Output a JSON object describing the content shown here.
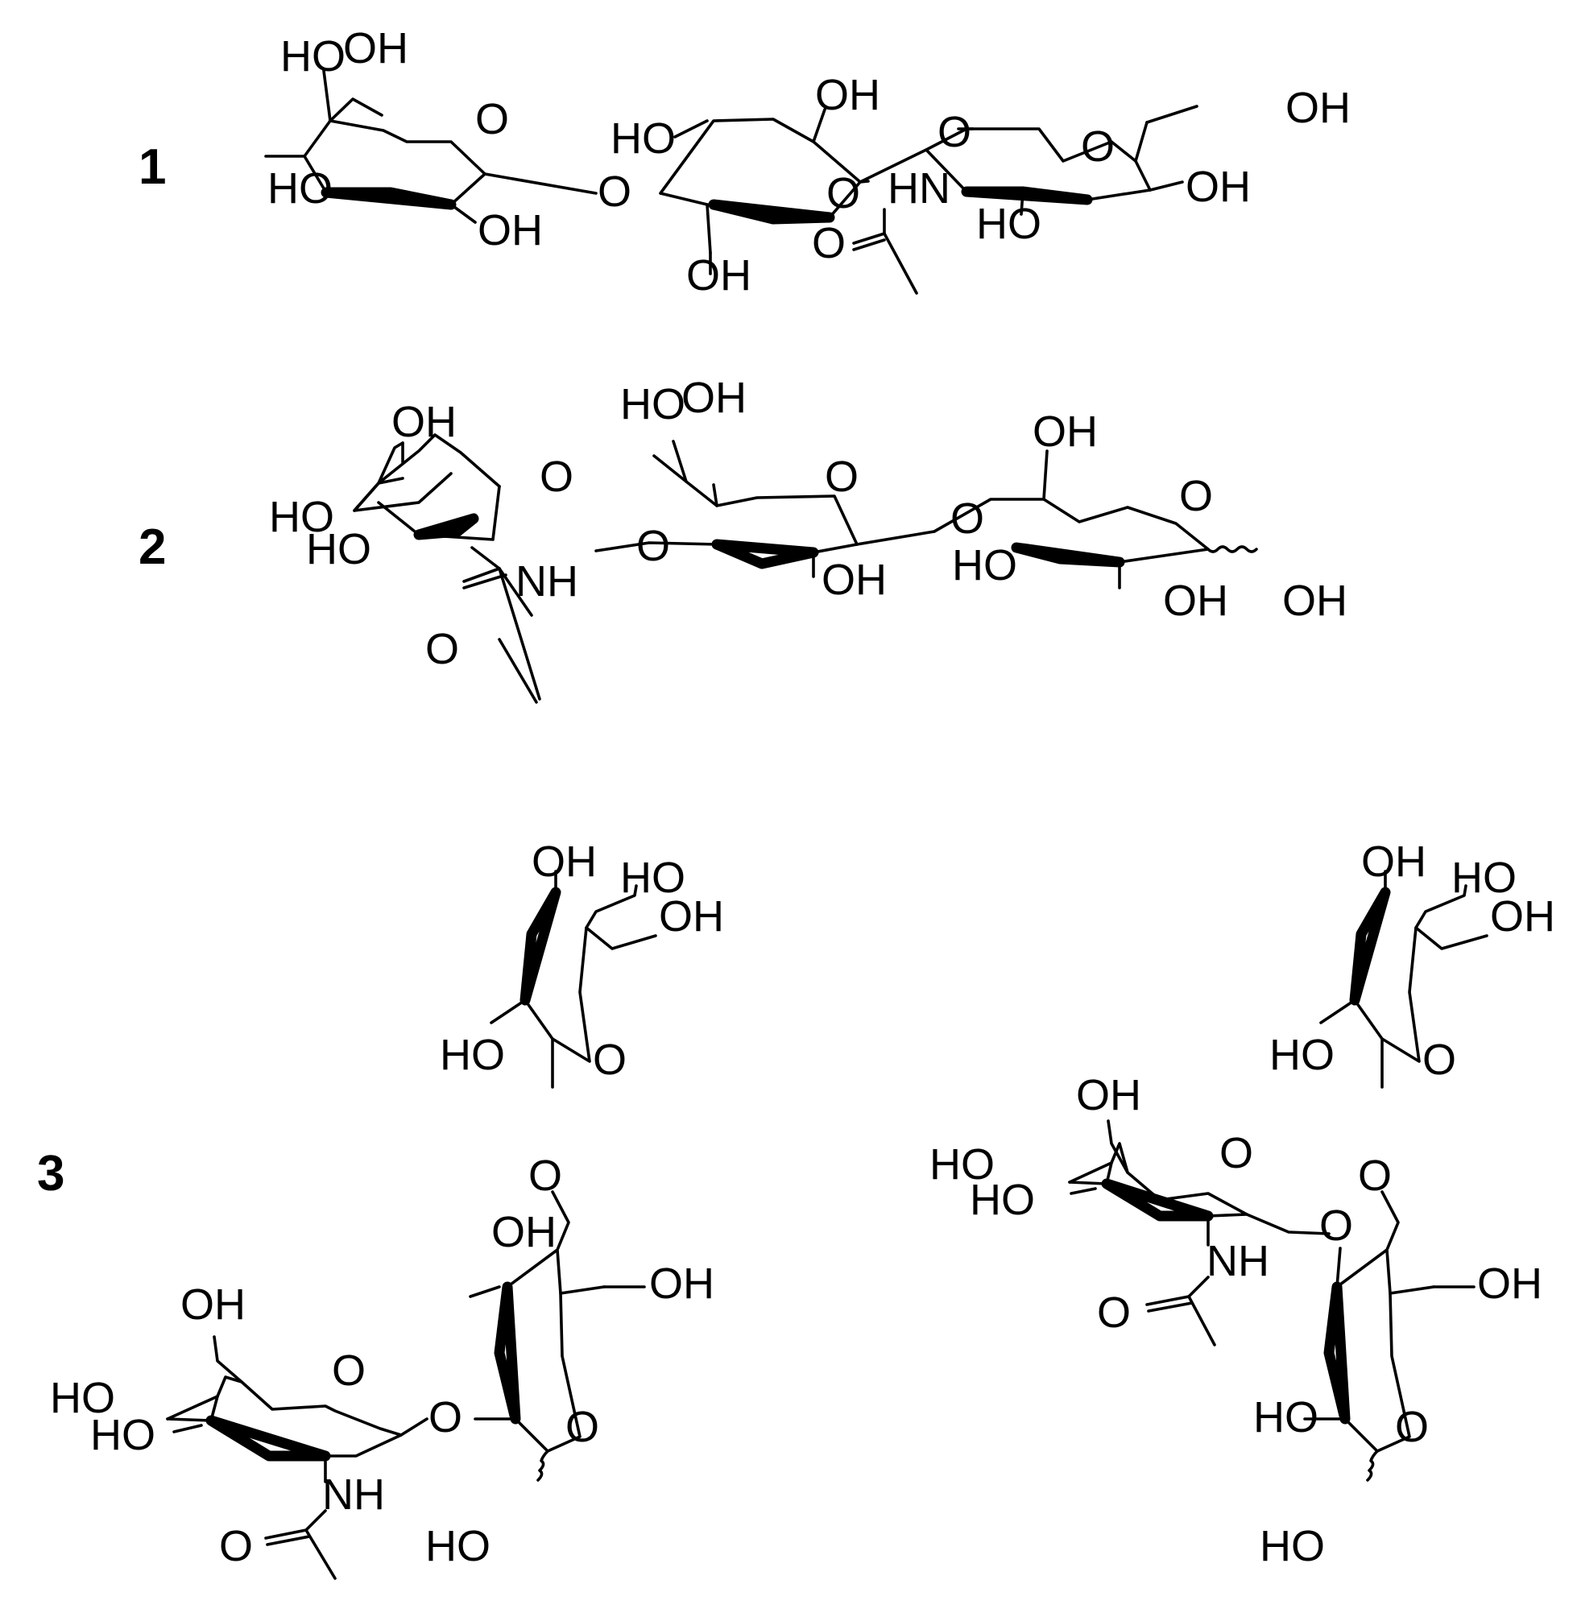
{
  "compounds": [
    {
      "label": "1"
    },
    {
      "label": "2"
    },
    {
      "label": "3"
    }
  ],
  "atom_labels": {
    "O": "O",
    "OH": "OH",
    "HO": "HO",
    "HN": "HN",
    "NH": "NH"
  }
}
